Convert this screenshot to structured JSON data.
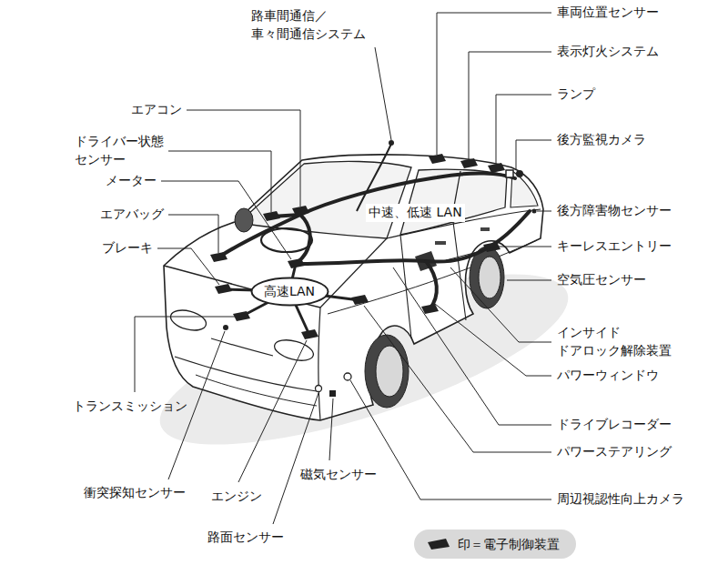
{
  "diagram": {
    "nodes": [
      {
        "text": [
          "高速LAN"
        ]
      }
    ],
    "labels": [
      "路車間通信／ 車々間通信システム",
      "車両位置センサー",
      "表示灯火システム",
      "ランプ",
      "エアコン",
      "後方監視カメラ",
      "ドライバー状態 センサー",
      "メーター",
      "中速、低速 LAN",
      "エアバッグ",
      "後方障害物センサー",
      "ブレーキ",
      "キーレスエントリー",
      "空気圧センサー",
      "インサイド ドアロック解除装置",
      "パワーウィンドウ",
      "トランスミッション",
      "ドライブレコーダー",
      "パワーステアリング",
      "磁気センサー",
      "衝突探知センサー",
      "エンジン",
      "周辺視認性向上カメラ",
      "路面センサー"
    ],
    "legend": [
      {
        "text": "印＝電子制御装置"
      }
    ]
  }
}
